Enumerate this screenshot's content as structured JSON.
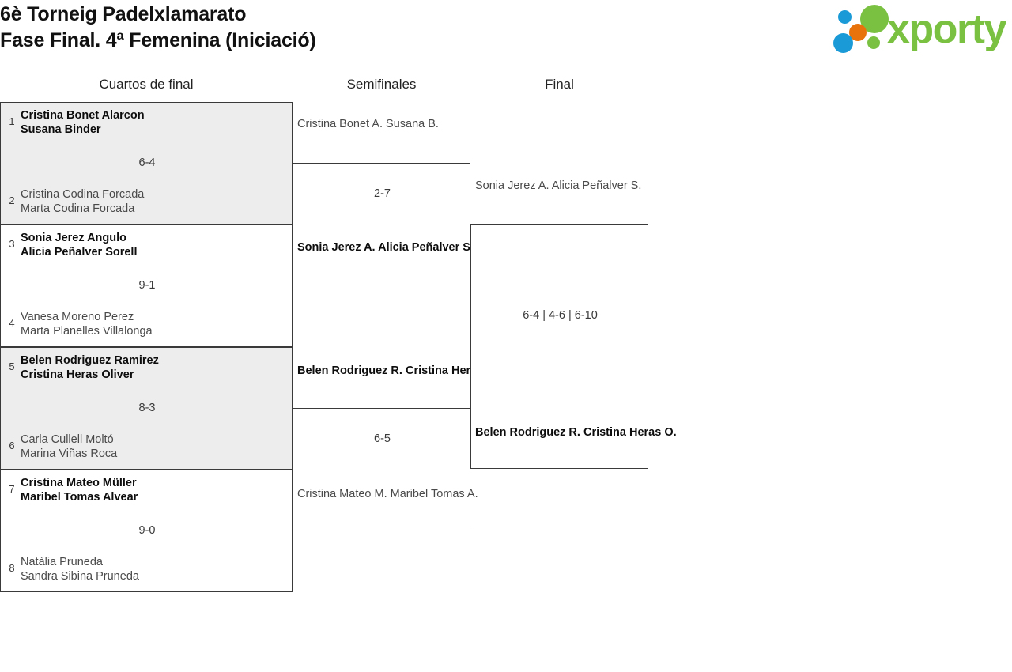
{
  "header": {
    "title_line1": "6è Torneig Padelxlamarato",
    "title_line2": "Fase Final. 4ª Femenina (Iniciació)",
    "logo_text": "xporty",
    "colors": {
      "logo_green": "#7ac142",
      "logo_blue": "#1a9bd7",
      "logo_orange": "#e8720c",
      "row_shade": "#ededed",
      "winner_text": "#0d0d0d",
      "loser_text": "#4a4a4a"
    }
  },
  "rounds": {
    "quarterfinals_label": "Cuartos de final",
    "semifinals_label": "Semifinales",
    "final_label": "Final"
  },
  "quarterfinals": [
    {
      "score": "6-4",
      "shaded": true,
      "top": {
        "seed": "1",
        "player1": "Cristina Bonet Alarcon",
        "player2": "Susana Binder",
        "winner": true
      },
      "bottom": {
        "seed": "2",
        "player1": "Cristina Codina Forcada",
        "player2": "Marta Codina Forcada",
        "winner": false
      }
    },
    {
      "score": "9-1",
      "shaded": false,
      "top": {
        "seed": "3",
        "player1": "Sonia Jerez Angulo",
        "player2": "Alicia Peñalver Sorell",
        "winner": true
      },
      "bottom": {
        "seed": "4",
        "player1": "Vanesa Moreno Perez",
        "player2": "Marta Planelles Villalonga",
        "winner": false
      }
    },
    {
      "score": "8-3",
      "shaded": true,
      "top": {
        "seed": "5",
        "player1": "Belen Rodriguez Ramirez",
        "player2": "Cristina Heras Oliver",
        "winner": true
      },
      "bottom": {
        "seed": "6",
        "player1": "Carla Cullell Moltó",
        "player2": "Marina Viñas Roca",
        "winner": false
      }
    },
    {
      "score": "9-0",
      "shaded": false,
      "top": {
        "seed": "7",
        "player1": "Cristina Mateo Müller",
        "player2": "Maribel Tomas Alvear",
        "winner": true
      },
      "bottom": {
        "seed": "8",
        "player1": "Natàlia Pruneda",
        "player2": "Sandra Sibina Pruneda",
        "winner": false
      }
    }
  ],
  "semifinals": [
    {
      "score": "2-7",
      "top": {
        "player1": "Cristina Bonet A.",
        "player2": "Susana B.",
        "winner": false
      },
      "bottom": {
        "player1": "Sonia Jerez A.",
        "player2": "Alicia Peñalver S.",
        "winner": true
      }
    },
    {
      "score": "6-5",
      "top": {
        "player1": "Belen Rodriguez R.",
        "player2": "Cristina Heras O.",
        "winner": true
      },
      "bottom": {
        "player1": "Cristina Mateo M.",
        "player2": "Maribel Tomas A.",
        "winner": false
      }
    }
  ],
  "final": {
    "score": "6-4 | 4-6 | 6-10",
    "top": {
      "player1": "Sonia Jerez A.",
      "player2": "Alicia Peñalver S.",
      "winner": false
    },
    "bottom": {
      "player1": "Belen Rodriguez R.",
      "player2": "Cristina Heras O.",
      "winner": true
    }
  }
}
